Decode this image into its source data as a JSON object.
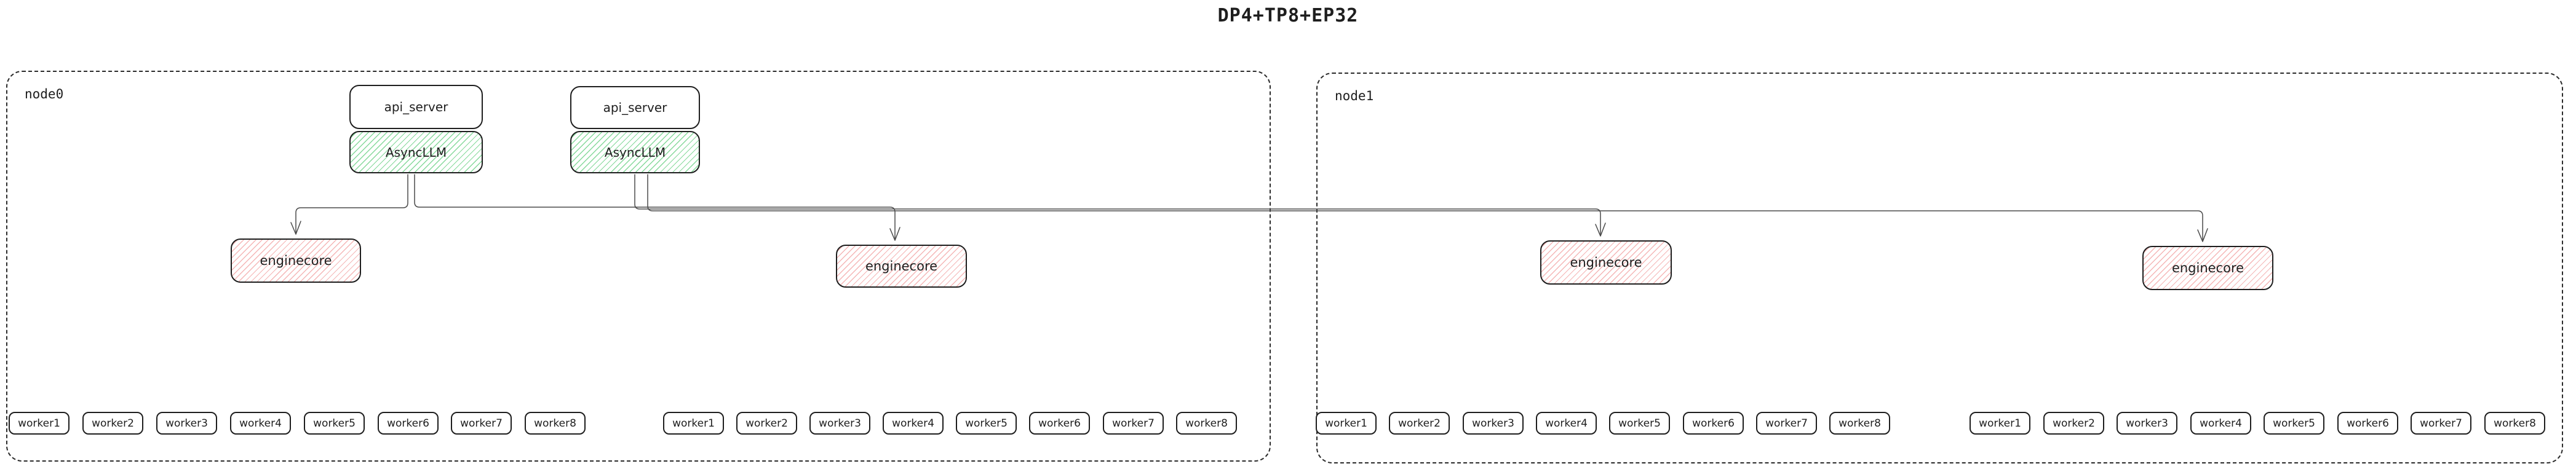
{
  "title": "DP4+TP8+EP32",
  "diagram": {
    "colors": {
      "box_border": "#1e1e1e",
      "async_llm_hatch": "#86d99b",
      "engine_core_hatch": "#f5b6b6",
      "connector": "#4a4a4a"
    },
    "nodes": [
      {
        "label": "node0",
        "api_servers": [
          "api_server",
          "api_server"
        ],
        "async_llms": [
          "AsyncLLM",
          "AsyncLLM"
        ],
        "engine_cores": [
          "enginecore",
          "enginecore"
        ],
        "worker_groups": [
          [
            "worker1",
            "worker2",
            "worker3",
            "worker4",
            "worker5",
            "worker6",
            "worker7",
            "worker8"
          ],
          [
            "worker1",
            "worker2",
            "worker3",
            "worker4",
            "worker5",
            "worker6",
            "worker7",
            "worker8"
          ]
        ]
      },
      {
        "label": "node1",
        "api_servers": [],
        "async_llms": [],
        "engine_cores": [
          "enginecore",
          "enginecore"
        ],
        "worker_groups": [
          [
            "worker1",
            "worker2",
            "worker3",
            "worker4",
            "worker5",
            "worker6",
            "worker7",
            "worker8"
          ],
          [
            "worker1",
            "worker2",
            "worker3",
            "worker4",
            "worker5",
            "worker6",
            "worker7",
            "worker8"
          ]
        ]
      }
    ]
  }
}
